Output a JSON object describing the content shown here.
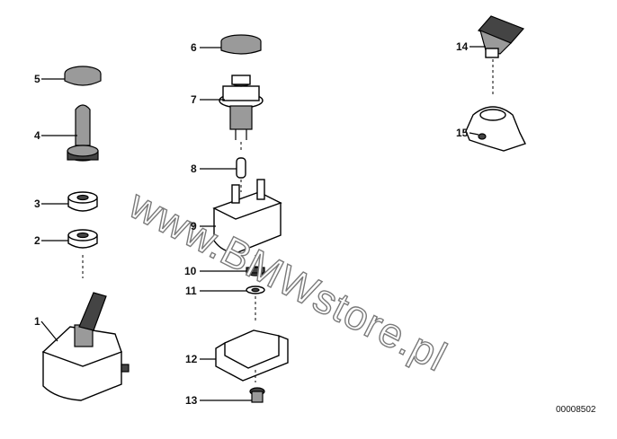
{
  "diagram": {
    "watermark": "www.BMWstore.pl",
    "reference_number": "00008502",
    "callouts": [
      {
        "id": "1",
        "text": "1"
      },
      {
        "id": "2",
        "text": "2"
      },
      {
        "id": "3",
        "text": "3"
      },
      {
        "id": "4",
        "text": "4"
      },
      {
        "id": "5",
        "text": "5"
      },
      {
        "id": "6",
        "text": "6"
      },
      {
        "id": "7",
        "text": "7"
      },
      {
        "id": "8",
        "text": "8"
      },
      {
        "id": "9",
        "text": "9"
      },
      {
        "id": "10",
        "text": "10"
      },
      {
        "id": "11",
        "text": "11"
      },
      {
        "id": "12",
        "text": "12"
      },
      {
        "id": "13",
        "text": "13"
      },
      {
        "id": "14",
        "text": "14"
      },
      {
        "id": "15",
        "text": "15"
      }
    ]
  }
}
